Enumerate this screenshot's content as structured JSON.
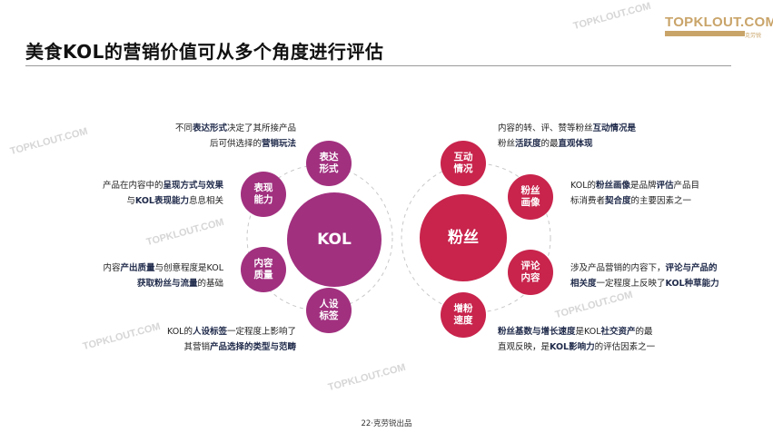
{
  "header": {
    "title": "美食KOL的营销价值可从多个角度进行评估",
    "logo": "TOPKLOUT.COM",
    "logo_sub": "克劳锐"
  },
  "colors": {
    "kol": "#a1307f",
    "fans": "#c8244c",
    "emphasis": "#1f2a4a"
  },
  "kol": {
    "center": "KOL",
    "nodes": [
      {
        "label1": "表达",
        "label2": "形式",
        "desc": [
          [
            [
              "不同",
              0
            ],
            [
              "表达形式",
              1
            ],
            [
              "决定了其所接产品",
              0
            ]
          ],
          [
            [
              "后可供选择的",
              0
            ],
            [
              "营销玩法",
              1
            ]
          ]
        ]
      },
      {
        "label1": "表现",
        "label2": "能力",
        "desc": [
          [
            [
              "产品在内容中的",
              0
            ],
            [
              "呈现方式与效果",
              1
            ]
          ],
          [
            [
              "与",
              0
            ],
            [
              "KOL表现能力",
              1
            ],
            [
              "息息相关",
              0
            ]
          ]
        ]
      },
      {
        "label1": "内容",
        "label2": "质量",
        "desc": [
          [
            [
              "内容",
              0
            ],
            [
              "产出质量",
              1
            ],
            [
              "与创意程度是KOL",
              0
            ]
          ],
          [
            [
              "获取粉丝与流量",
              1
            ],
            [
              "的基础",
              0
            ]
          ]
        ]
      },
      {
        "label1": "人设",
        "label2": "标签",
        "desc": [
          [
            [
              "KOL的",
              0
            ],
            [
              "人设标签",
              1
            ],
            [
              "一定程度上影响了",
              0
            ]
          ],
          [
            [
              "其营销",
              0
            ],
            [
              "产品选择的类型与范畴",
              1
            ]
          ]
        ]
      }
    ]
  },
  "fans": {
    "center": "粉丝",
    "nodes": [
      {
        "label1": "互动",
        "label2": "情况",
        "desc": [
          [
            [
              "内容的转、评、赞等粉丝",
              0
            ],
            [
              "互动情况是",
              1
            ]
          ],
          [
            [
              "粉丝",
              0
            ],
            [
              "活跃度",
              1
            ],
            [
              "的最",
              0
            ],
            [
              "直观体现",
              1
            ]
          ]
        ]
      },
      {
        "label1": "粉丝",
        "label2": "画像",
        "desc": [
          [
            [
              "KOL的",
              0
            ],
            [
              "粉丝画像",
              1
            ],
            [
              "是品牌",
              0
            ],
            [
              "评估",
              1
            ],
            [
              "产品目",
              0
            ]
          ],
          [
            [
              "标消费者",
              0
            ],
            [
              "契合度",
              1
            ],
            [
              "的主要因素之一",
              0
            ]
          ]
        ]
      },
      {
        "label1": "评论",
        "label2": "内容",
        "desc": [
          [
            [
              "涉及产品营销的内容下，",
              0
            ],
            [
              "评论与产品的",
              1
            ]
          ],
          [
            [
              "相关度",
              1
            ],
            [
              "一定程度上反映了",
              0
            ],
            [
              "KOL种草能力",
              1
            ]
          ]
        ]
      },
      {
        "label1": "增粉",
        "label2": "速度",
        "desc": [
          [
            [
              "粉丝基数与增长速度",
              1
            ],
            [
              "是KOL",
              0
            ],
            [
              "社交资产",
              1
            ],
            [
              "的最",
              0
            ]
          ],
          [
            [
              "直观反映，是",
              0
            ],
            [
              "KOL影响力",
              1
            ],
            [
              "的评估因素之一",
              0
            ]
          ]
        ]
      }
    ]
  },
  "footer": "22·克劳锐出品",
  "watermark": "TOPKLOUT.COM"
}
